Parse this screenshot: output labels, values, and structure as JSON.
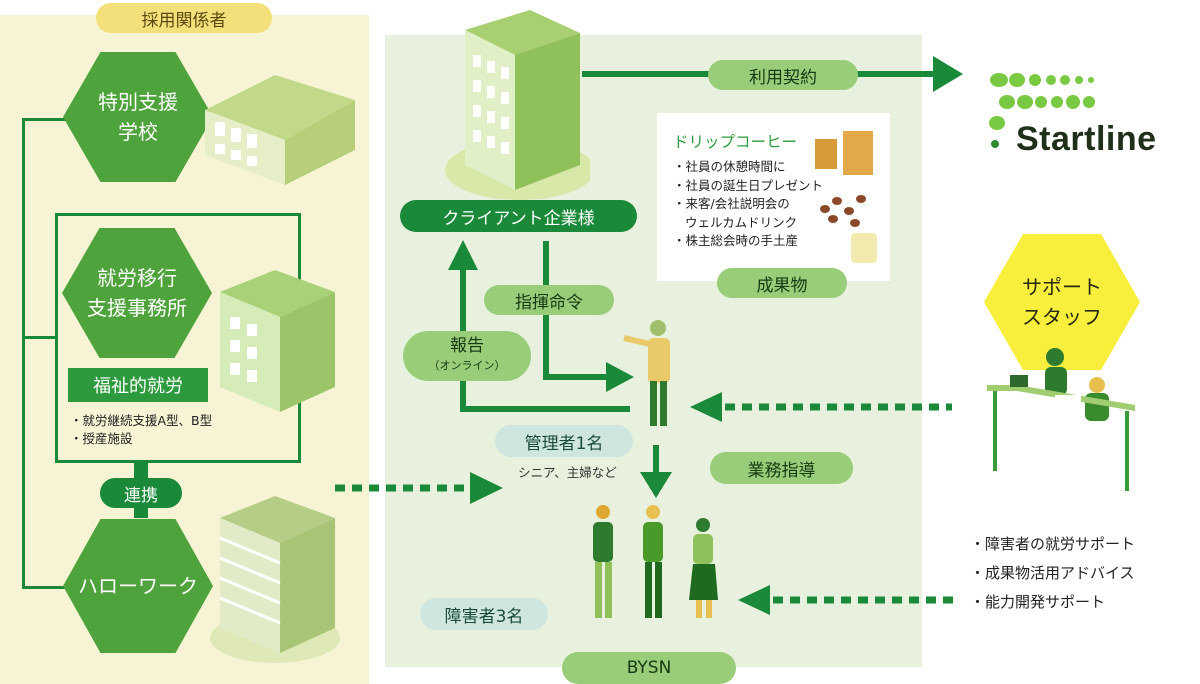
{
  "left": {
    "header": "採用関係者",
    "special_school": [
      "特別支援",
      "学校"
    ],
    "transition_office": [
      "就労移行",
      "支援事務所"
    ],
    "welfare_label": "福祉的就労",
    "welfare_bullets": [
      "・就労継続支援A型、B型",
      "・授産施設"
    ],
    "cooperation_label": "連携",
    "hellowork": "ハローワーク"
  },
  "middle": {
    "client_label": "クライアント企業様",
    "contract_label": "利用契約",
    "command_label": "指揮命令",
    "report_label": "報告",
    "report_sub": "（オンライン）",
    "deliverable_label": "成果物",
    "manager_label": "管理者1名",
    "manager_sub": "シニア、主婦など",
    "guidance_label": "業務指導",
    "disabled_label": "障害者3名",
    "bysn_label": "BYSN",
    "coffee": {
      "title": "ドリップコーヒー",
      "bullets": [
        "・社員の休憩時間に",
        "・社員の誕生日プレゼント",
        "・来客/会社説明会の",
        "ウェルカムドリンク",
        "・株主総会時の手土産"
      ]
    }
  },
  "right": {
    "logo_text": "Startline",
    "support_staff": [
      "サポート",
      "スタッフ"
    ],
    "support_bullets": [
      "・障害者の就労サポート",
      "・成果物活用アドバイス",
      "・能力開発サポート"
    ]
  },
  "colors": {
    "dark_green": "#1a8a3a",
    "hex_green": "#4fa33c",
    "light_green": "#9acd79",
    "support_yellow": "#f8ef3c",
    "left_bg": "#f6f4d4",
    "mid_bg": "#e8f1dd"
  }
}
